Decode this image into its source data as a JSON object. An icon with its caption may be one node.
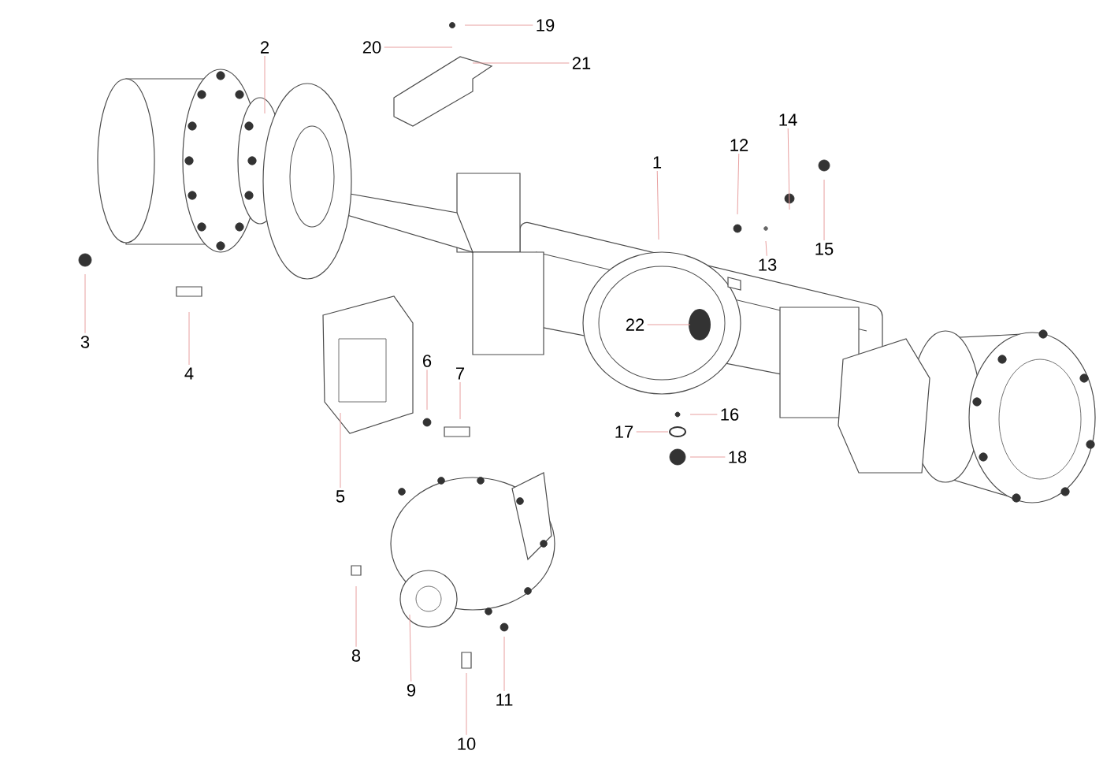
{
  "diagram": {
    "nodes": [
      {
        "text": [
          "1"
        ]
      },
      {
        "text": [
          "2"
        ]
      },
      {
        "text": [
          "3"
        ]
      },
      {
        "text": [
          "4"
        ]
      },
      {
        "text": [
          "5"
        ]
      },
      {
        "text": [
          "6"
        ]
      },
      {
        "text": [
          "7"
        ]
      },
      {
        "text": [
          "8"
        ]
      },
      {
        "text": [
          "9"
        ]
      },
      {
        "text": [
          "10"
        ]
      },
      {
        "text": [
          "11"
        ]
      },
      {
        "text": [
          "12"
        ]
      },
      {
        "text": [
          "13"
        ]
      },
      {
        "text": [
          "14"
        ]
      },
      {
        "text": [
          "15"
        ]
      },
      {
        "text": [
          "16"
        ]
      },
      {
        "text": [
          "17"
        ]
      },
      {
        "text": [
          "18"
        ]
      },
      {
        "text": [
          "19"
        ]
      },
      {
        "text": [
          "20"
        ]
      },
      {
        "text": [
          "21"
        ]
      },
      {
        "text": [
          "22"
        ]
      }
    ],
    "edges": [
      {
        "from": 0,
        "to": null,
        "arrow": "none"
      },
      {
        "from": 1,
        "to": null,
        "arrow": "none"
      },
      {
        "from": 2,
        "to": null,
        "arrow": "none"
      },
      {
        "from": 3,
        "to": null,
        "arrow": "none"
      },
      {
        "from": 4,
        "to": null,
        "arrow": "none"
      },
      {
        "from": 5,
        "to": null,
        "arrow": "none"
      },
      {
        "from": 6,
        "to": null,
        "arrow": "none"
      },
      {
        "from": 7,
        "to": null,
        "arrow": "none"
      },
      {
        "from": 8,
        "to": null,
        "arrow": "none"
      },
      {
        "from": 9,
        "to": null,
        "arrow": "none"
      },
      {
        "from": 10,
        "to": null,
        "arrow": "none"
      },
      {
        "from": 11,
        "to": null,
        "arrow": "none"
      },
      {
        "from": 12,
        "to": null,
        "arrow": "none"
      },
      {
        "from": 13,
        "to": null,
        "arrow": "none"
      },
      {
        "from": 14,
        "to": null,
        "arrow": "none"
      },
      {
        "from": 15,
        "to": null,
        "arrow": "none"
      },
      {
        "from": 16,
        "to": null,
        "arrow": "none"
      },
      {
        "from": 17,
        "to": null,
        "arrow": "none"
      },
      {
        "from": 18,
        "to": null,
        "arrow": "none"
      },
      {
        "from": 19,
        "to": null,
        "arrow": "none"
      },
      {
        "from": 20,
        "to": null,
        "arrow": "none"
      },
      {
        "from": 21,
        "to": null,
        "arrow": "none"
      }
    ]
  }
}
